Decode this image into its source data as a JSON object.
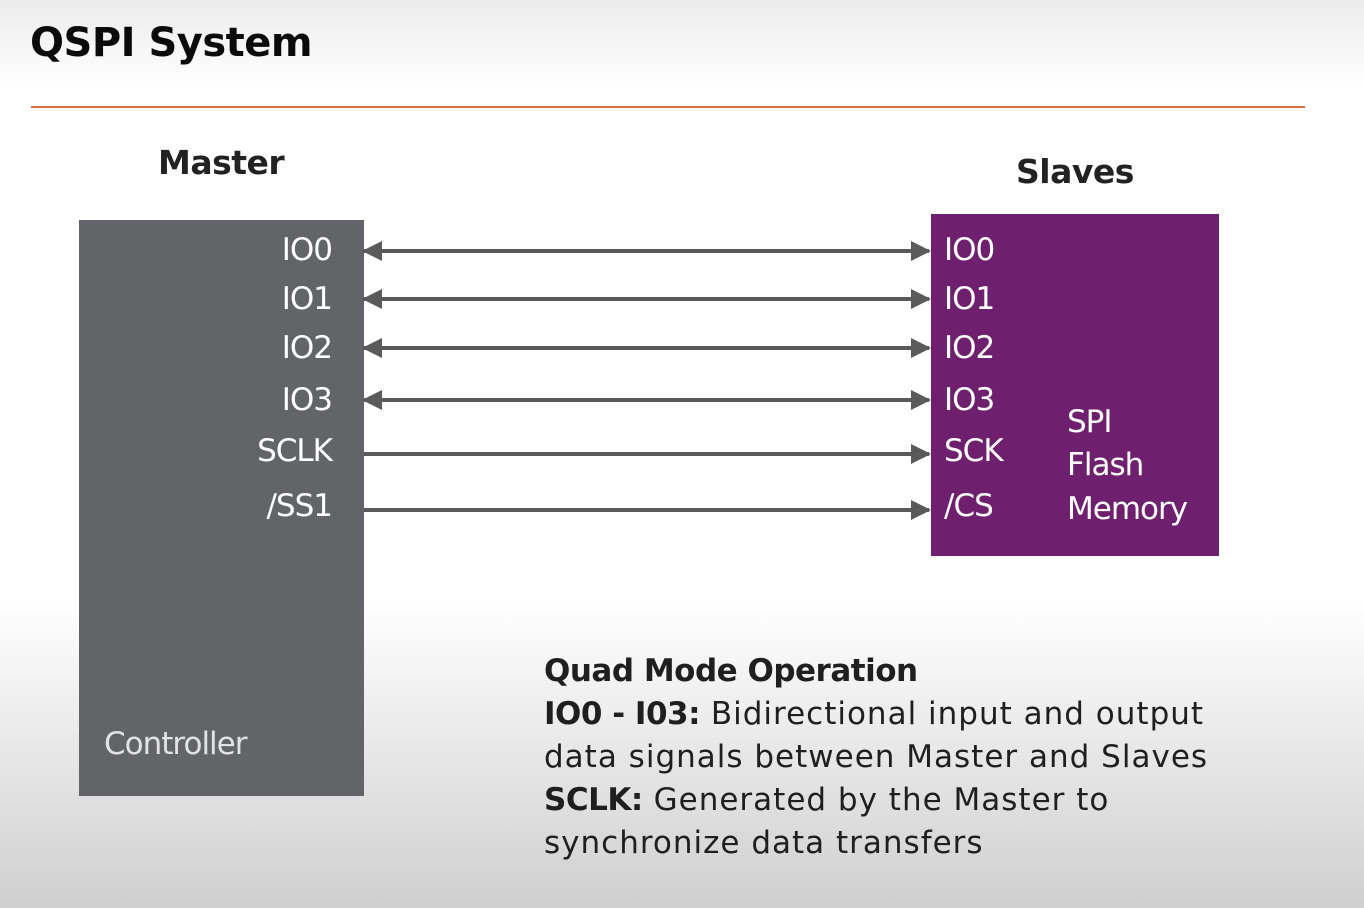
{
  "title": "QSPI System",
  "master": {
    "heading": "Master",
    "name": "Controller",
    "pins": [
      "IO0",
      "IO1",
      "IO2",
      "IO3",
      "SCLK",
      "/SS1"
    ]
  },
  "slaves": {
    "heading": "Slaves",
    "pins": [
      "IO0",
      "IO1",
      "IO2",
      "IO3",
      "SCK",
      "/CS"
    ],
    "name_lines": [
      "SPI",
      "Flash",
      "Memory"
    ]
  },
  "connections": [
    {
      "from": "IO0",
      "to": "IO0",
      "direction": "bidirectional"
    },
    {
      "from": "IO1",
      "to": "IO1",
      "direction": "bidirectional"
    },
    {
      "from": "IO2",
      "to": "IO2",
      "direction": "bidirectional"
    },
    {
      "from": "IO3",
      "to": "IO3",
      "direction": "bidirectional"
    },
    {
      "from": "SCLK",
      "to": "SCK",
      "direction": "master-to-slave"
    },
    {
      "from": "/SS1",
      "to": "/CS",
      "direction": "master-to-slave"
    }
  ],
  "description": {
    "heading": "Quad Mode Operation",
    "io_term": "IO0 - I03:",
    "io_line1": " Bidirectional input and output",
    "io_line2": "data signals between Master and Slaves",
    "sclk_term": "SCLK:",
    "sclk_line1": " Generated by the Master to",
    "sclk_line2": "synchronize data transfers"
  },
  "colors": {
    "accent_rule": "#d9703f",
    "master_box": "#636468",
    "slave_box": "#6e1f6e",
    "arrow": "#5a5a5a"
  }
}
